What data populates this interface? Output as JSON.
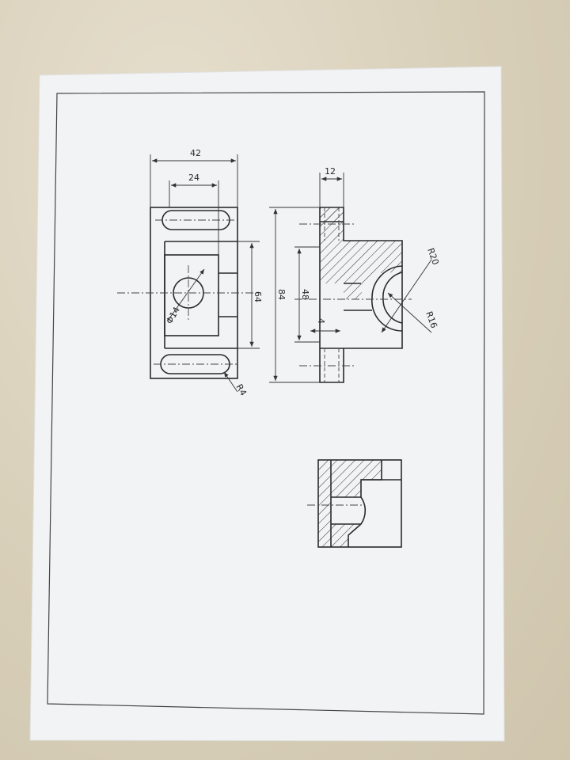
{
  "drawing": {
    "dimensions": {
      "overall_width": "42",
      "inner_width": "24",
      "hole_diameter": "Φ14",
      "inner_height": "64",
      "slot_radius": "R4",
      "flange_thickness": "12",
      "overall_height": "84",
      "bore_height": "48",
      "step_depth": "4",
      "outer_radius": "R20",
      "inner_radius": "R16"
    }
  },
  "colors": {
    "paper": "#f3f4f5",
    "ink": "#2b2b2b",
    "desk": "#d8cfb9"
  }
}
